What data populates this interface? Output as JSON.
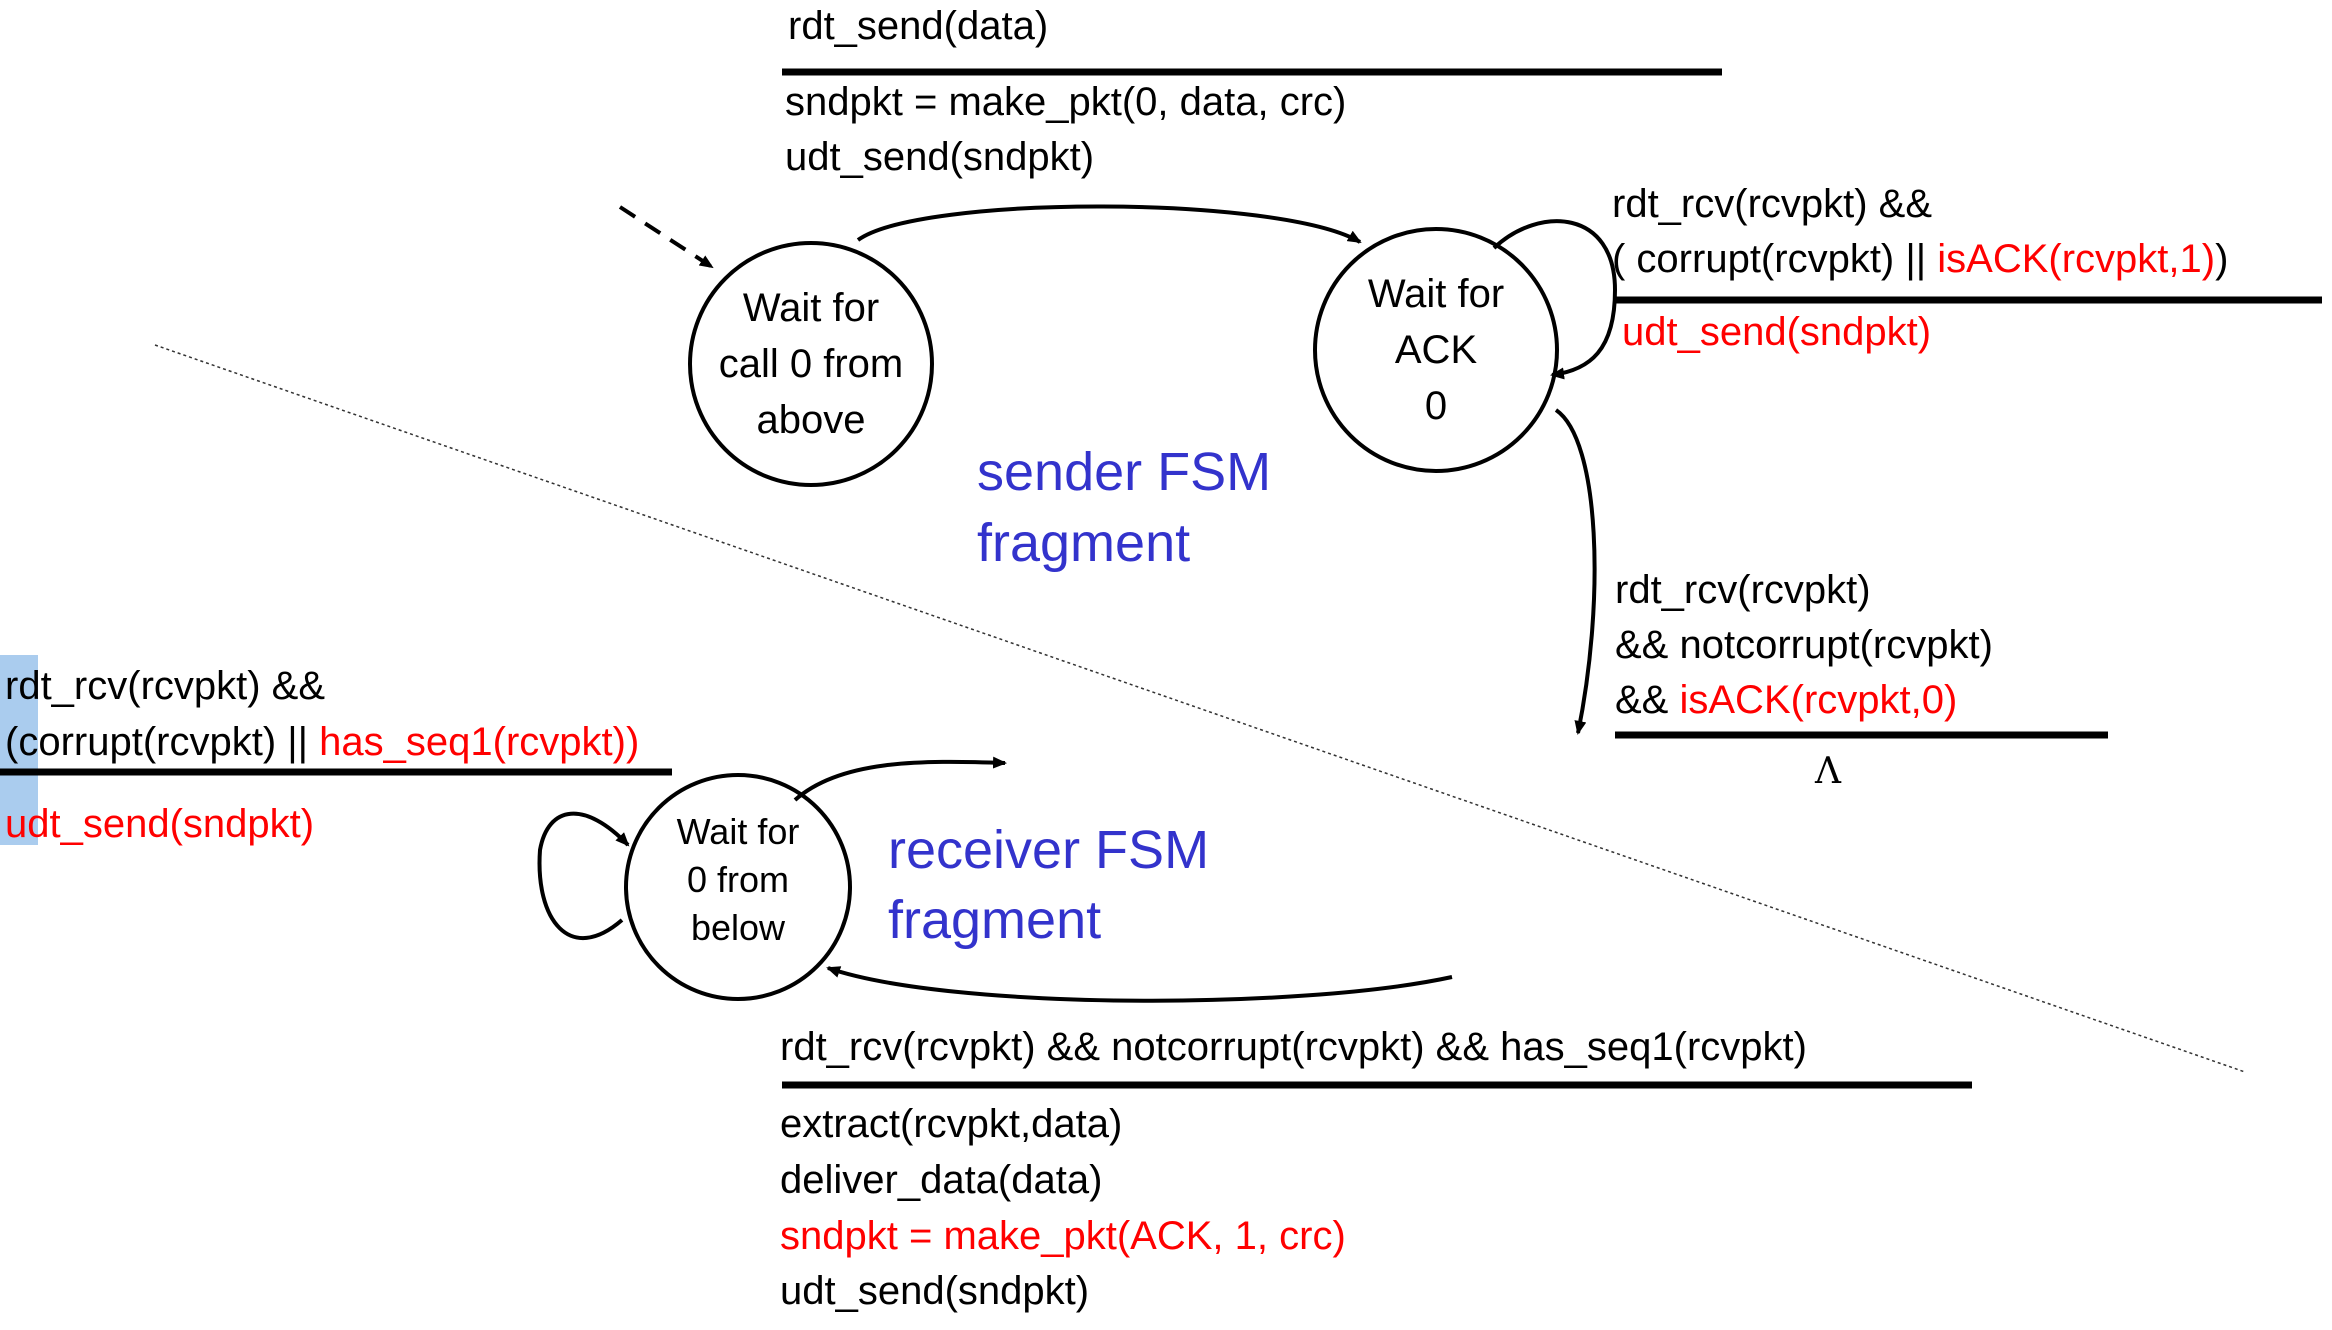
{
  "sender": {
    "title_line1": "sender FSM",
    "title_line2": "fragment",
    "state_wait_call0": [
      "Wait for",
      "call 0 from",
      "above"
    ],
    "state_wait_ack0": [
      "Wait for",
      "ACK",
      "0"
    ],
    "t1": {
      "event": "rdt_send(data)",
      "action1": "sndpkt = make_pkt(0, data, crc)",
      "action2": "udt_send(sndpkt)"
    },
    "t2": {
      "event1": "rdt_rcv(rcvpkt) &&",
      "event2_black": "( corrupt(rcvpkt) || ",
      "event2_red": "isACK(rcvpkt,1)",
      "event2_close": ")",
      "action": "udt_send(sndpkt)"
    },
    "t3": {
      "event1": "rdt_rcv(rcvpkt)",
      "event2": "&& notcorrupt(rcvpkt)",
      "event3_black": "&& ",
      "event3_red": "isACK(rcvpkt,0)",
      "action": "Λ"
    }
  },
  "receiver": {
    "title_line1": "receiver FSM",
    "title_line2": "fragment",
    "state_wait_0_below": [
      "Wait for",
      "0 from",
      "below"
    ],
    "t1": {
      "event1": "rdt_rcv(rcvpkt) &&",
      "event2_black": "(corrupt(rcvpkt) || ",
      "event2_red": "has_seq1(rcvpkt))",
      "action": "udt_send(sndpkt)"
    },
    "t2": {
      "event": "rdt_rcv(rcvpkt) && notcorrupt(rcvpkt) && has_seq1(rcvpkt)",
      "action1": "extract(rcvpkt,data)",
      "action2": "deliver_data(data)",
      "action3": "sndpkt = make_pkt(ACK, 1, crc)",
      "action4": "udt_send(sndpkt)"
    }
  },
  "colors": {
    "text": "#000000",
    "highlight_red": "#ff0000",
    "title_blue": "#3333cc",
    "selection": "#aaccee"
  }
}
